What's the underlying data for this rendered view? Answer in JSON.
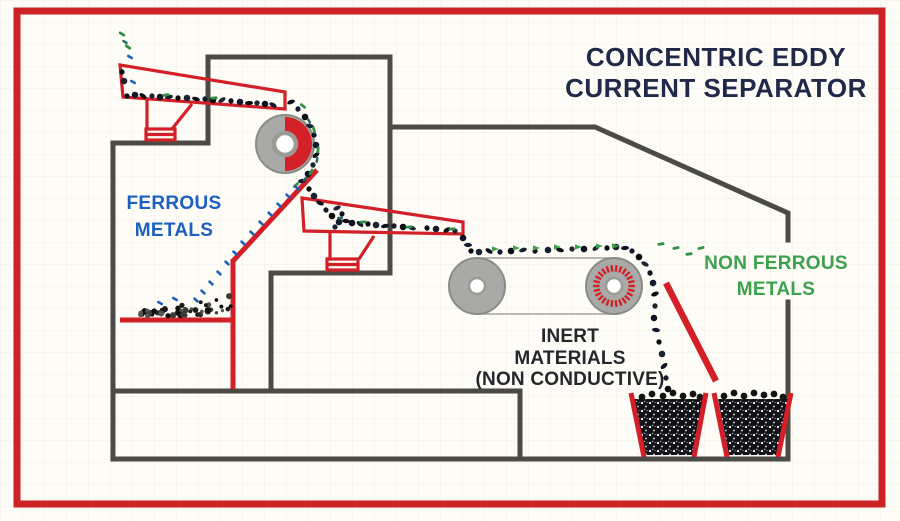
{
  "title": {
    "line1": "CONCENTRIC EDDY",
    "line2": "CURRENT SEPARATOR"
  },
  "labels": {
    "ferrous": {
      "line1": "FERROUS",
      "line2": "METALS"
    },
    "non_ferrous": {
      "line1": "NON FERROUS",
      "line2": "METALS"
    },
    "inert": {
      "line1": "INERT",
      "line2": "MATERIALS",
      "line3": "(NON CONDUCTIVE)"
    }
  },
  "colors": {
    "border_red": "#cb2127",
    "machine_outline": "#4b4a44",
    "equipment_red": "#d31f27",
    "ferrous_blue": "#1d5fc0",
    "non_ferrous_green": "#3ba14c",
    "title_navy": "#202949",
    "inert_dark": "#26262c",
    "drum_gray": "#a9a9a7",
    "belt_gray": "#a3a39b",
    "background": "#fdfcf7"
  }
}
